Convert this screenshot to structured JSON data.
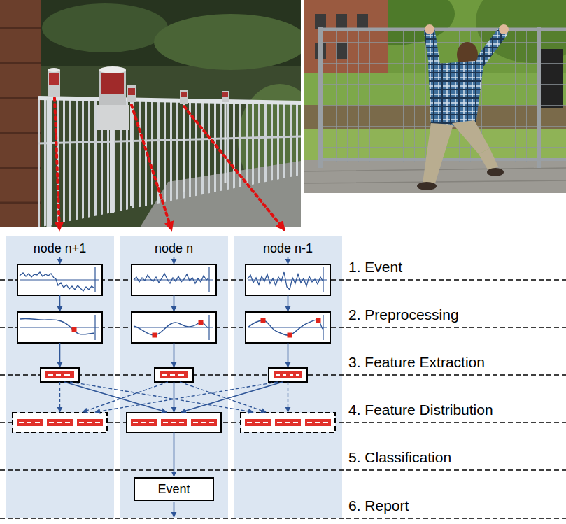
{
  "diagram": {
    "nodes": [
      {
        "text": [
          "node n+1"
        ]
      },
      {
        "text": [
          "node n"
        ]
      },
      {
        "text": [
          "node n-1"
        ]
      },
      {
        "text": [
          "Event"
        ],
        "in": 1
      }
    ],
    "labels": [
      "1. Event",
      "2. Preprocessing",
      "3. Feature Extraction",
      "4. Feature Distribution",
      "5. Classification",
      "6. Report"
    ]
  }
}
